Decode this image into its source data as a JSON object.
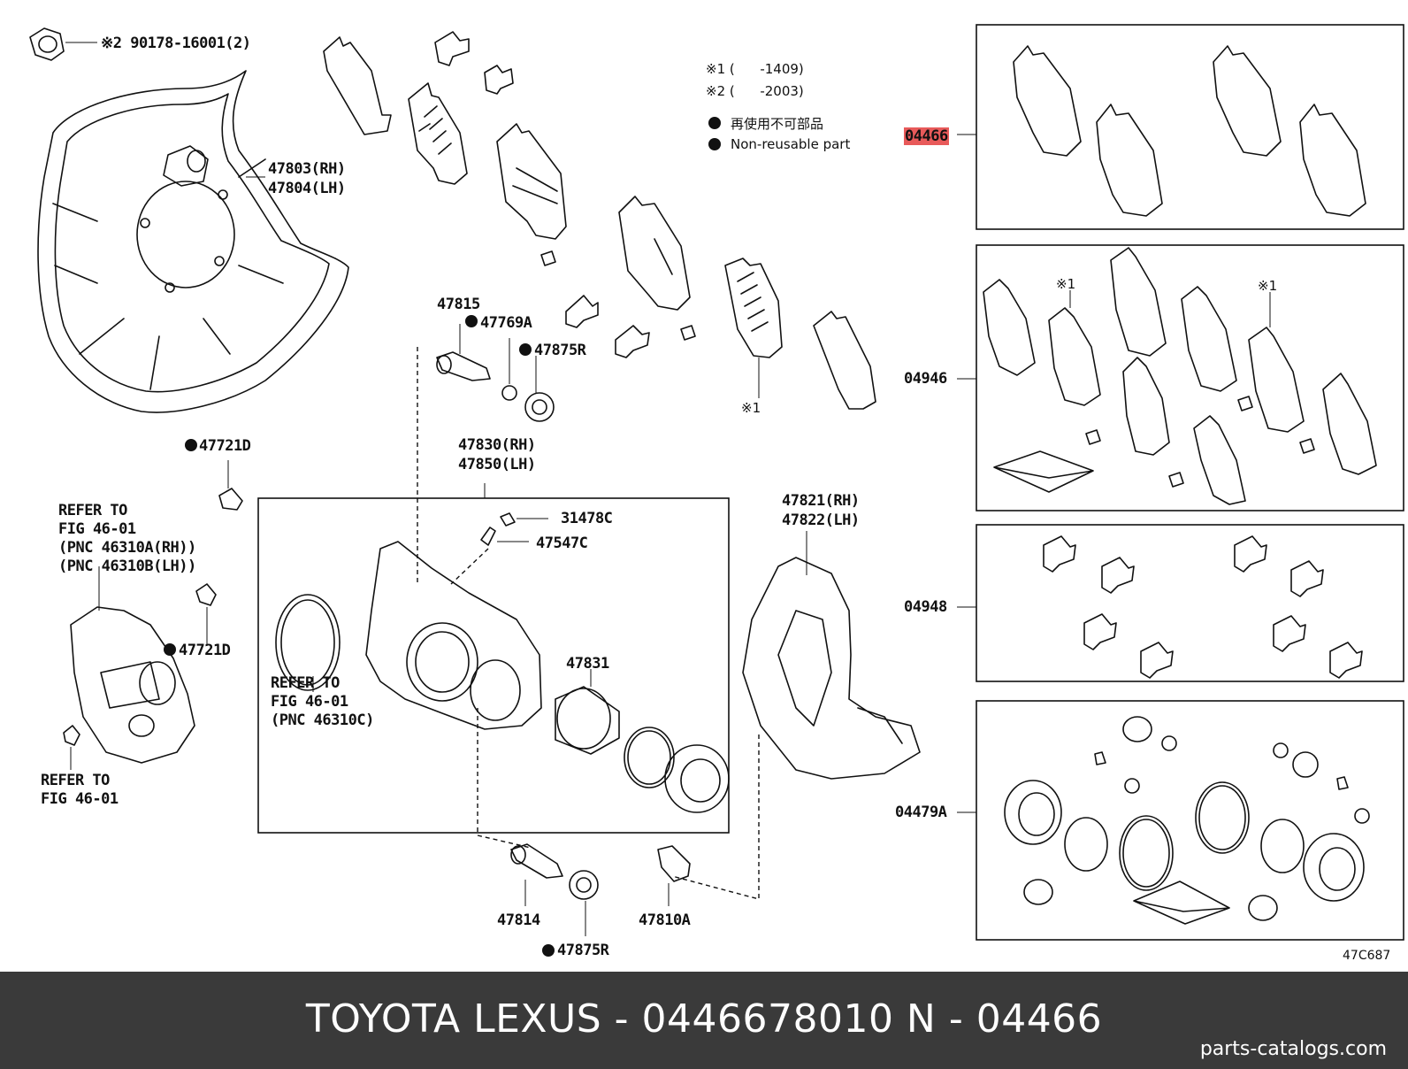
{
  "diagram_code": "47C687",
  "notes": {
    "n1": "※1 (      -1409)",
    "n2": "※2 (      -2003)",
    "non_reusable_ja": "再使用不可部品",
    "non_reusable_en": "Non-reusable part"
  },
  "labels": {
    "nut": "※2 90178-16001(2)",
    "cover_rh": "47803(RH)",
    "cover_lh": "47804(LH)",
    "pin_47815": "47815",
    "bush_47769a": "47769A",
    "boot_47875r_top": "47875R",
    "bolt_47721d_top": "47721D",
    "cyl_rh": "47830(RH)",
    "cyl_lh": "47850(LH)",
    "cap_31478c": "31478C",
    "plug_47547c": "47547C",
    "piston_47831": "47831",
    "mount_rh": "47821(RH)",
    "mount_lh": "47822(LH)",
    "refer_a_1": "REFER TO",
    "refer_a_2": "FIG 46-01",
    "refer_a_3": "(PNC 46310A(RH))",
    "refer_a_4": "(PNC 46310B(LH))",
    "bolt_47721d_mid": "47721D",
    "refer_b_1": "REFER TO",
    "refer_b_2": "FIG 46-01",
    "refer_b_3": "(PNC 46310C)",
    "refer_c_1": "REFER TO",
    "refer_c_2": "FIG 46-01",
    "pin_47814": "47814",
    "boot_47875r_bot": "47875R",
    "bolt_47810a": "47810A",
    "kit_04466": "04466",
    "kit_04946": "04946",
    "kit_04948": "04948",
    "kit_04479a": "04479A",
    "mark_x1_a": "※1",
    "mark_x1_b": "※1",
    "mark_x1_c": "※1"
  },
  "footer": {
    "title": "TOYOTA LEXUS - 0446678010   N - 04466",
    "site": "parts-catalogs.com"
  },
  "colors": {
    "highlight": "#e85a5a",
    "footer_bg": "#3a3a3a"
  }
}
